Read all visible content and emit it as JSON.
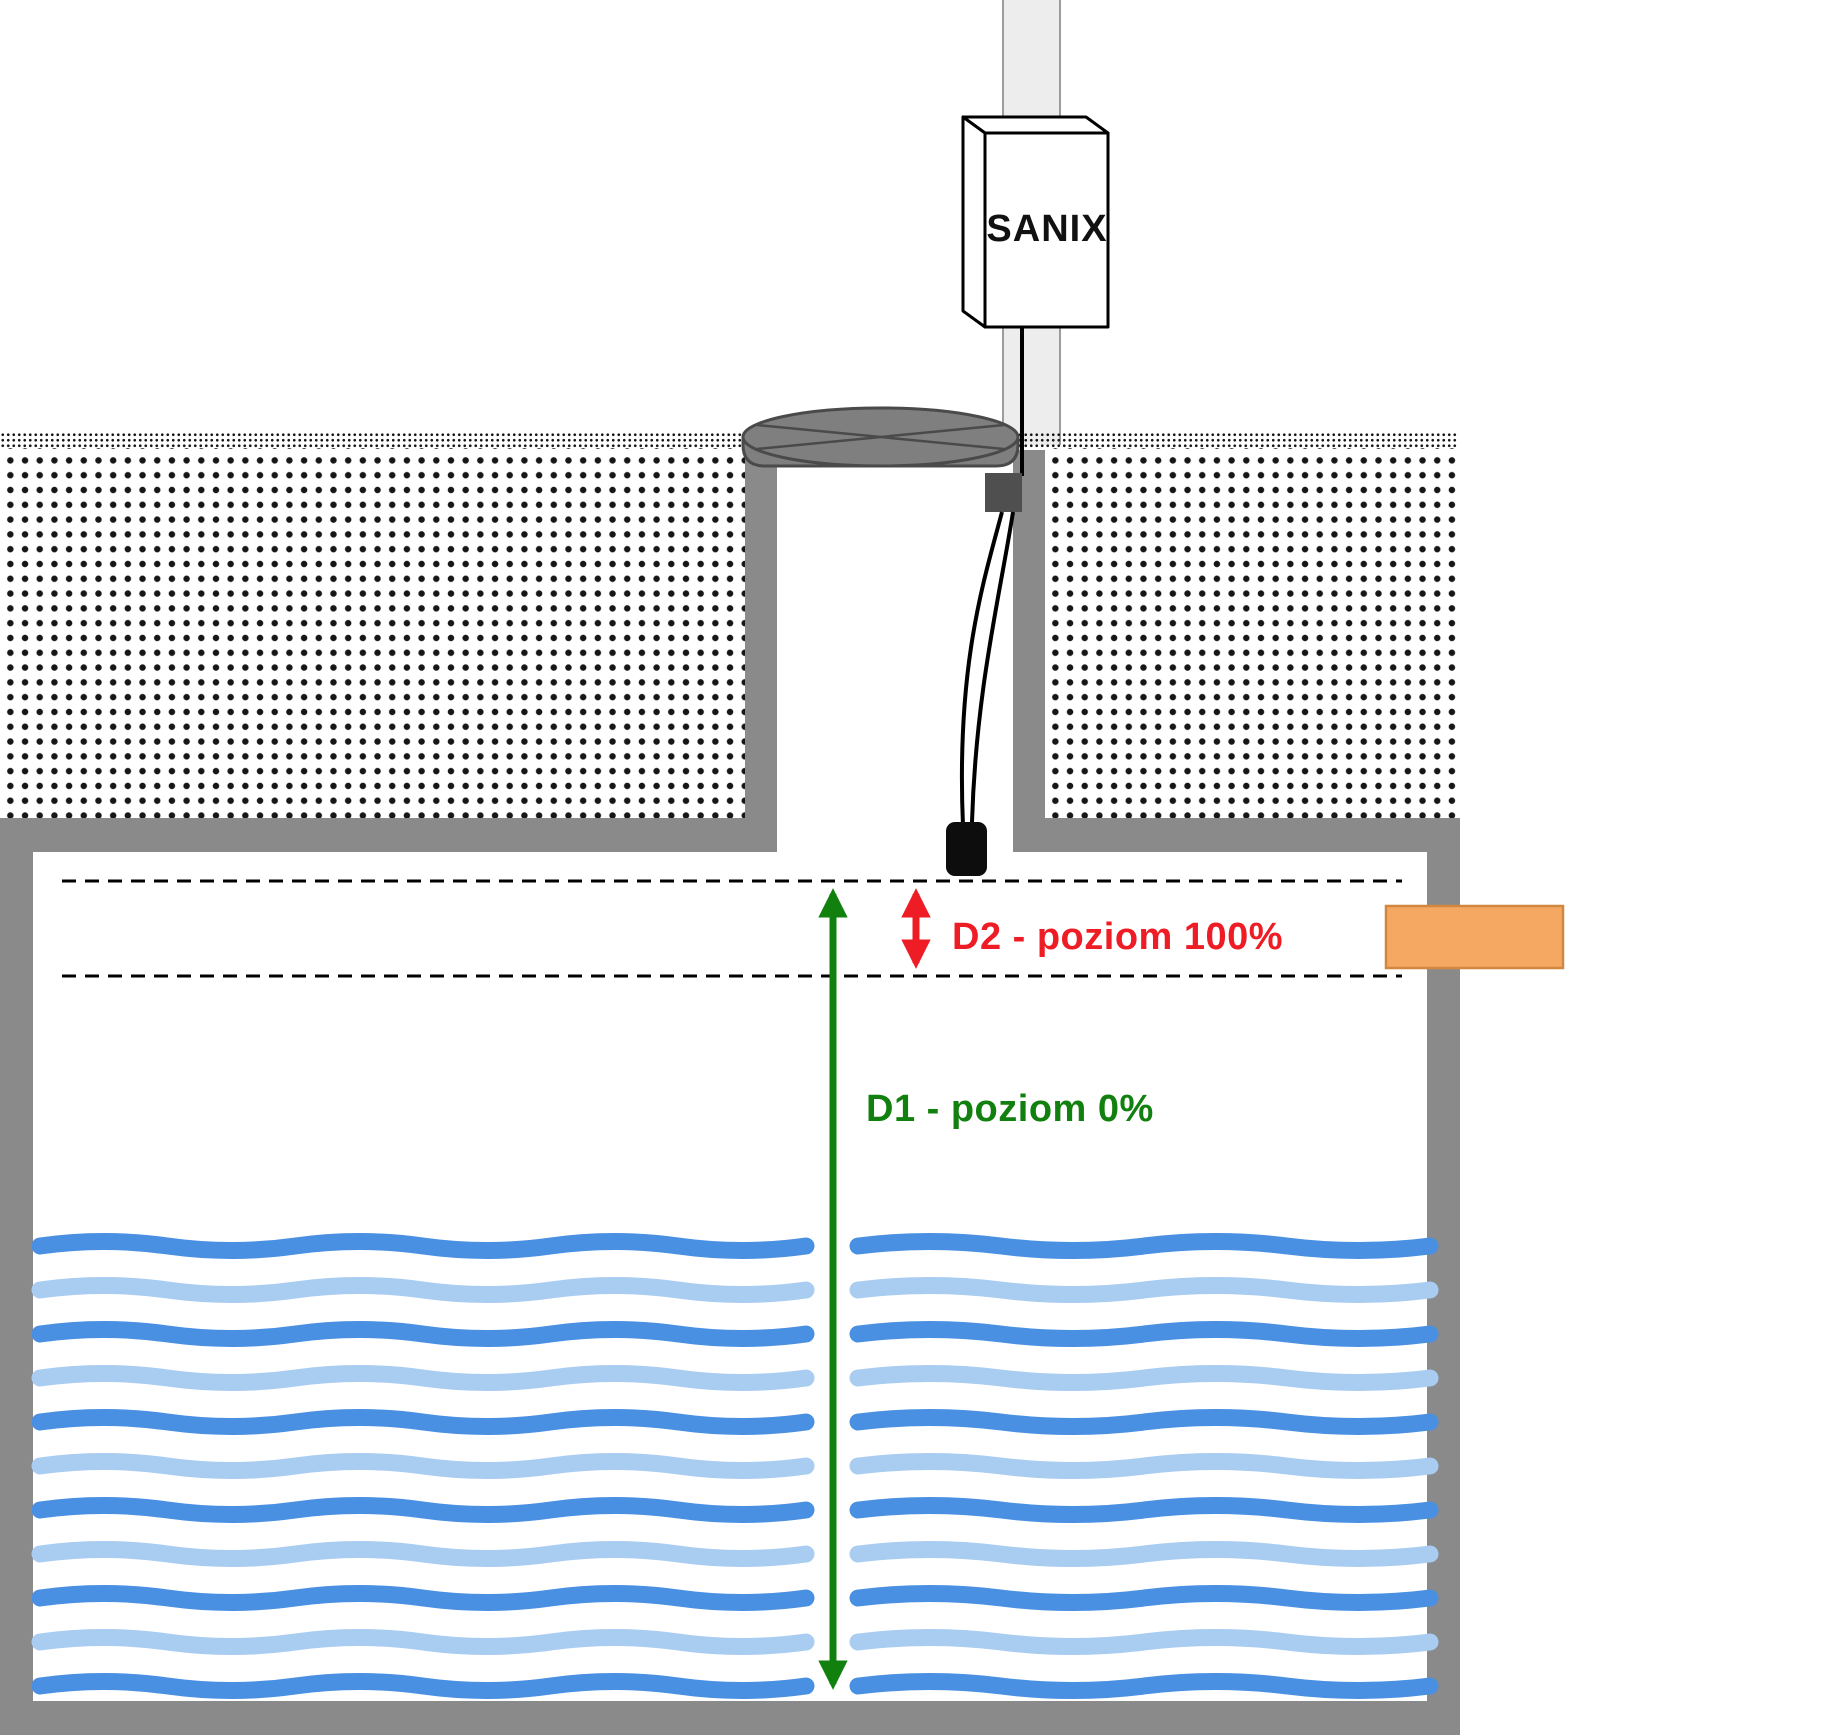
{
  "diagram": {
    "device": {
      "label": "SANIX"
    },
    "levels": {
      "d2_label": "D2 - poziom 100%",
      "d1_label": "D1 - poziom 0%"
    },
    "icons": [
      "sanix-device-box",
      "mounting-pole",
      "manhole-cap-icon",
      "cable-gland",
      "level-sensor-icon",
      "inlet-pipe-icon",
      "liquid-waves"
    ],
    "colors": {
      "tank_wall": "#8a8a8a",
      "ground_dot": "#161616",
      "cap_fill": "#7f7f7f",
      "cap_stroke": "#4a4a4a",
      "gland_fill": "#4f4f4f",
      "cable": "#000000",
      "sensor_fill": "#0d0d0d",
      "level_line": "#000000",
      "d2_red": "#ee1c24",
      "d1_green": "#12800f",
      "wave_dark": "#4a90e2",
      "wave_light": "#a9ccf1",
      "pipe_fill": "#f5a861",
      "pipe_stroke": "#d0873f",
      "pole_fill": "#ededed",
      "pole_stroke": "#9c9c9c",
      "box_fill": "#ffffff",
      "box_stroke": "#000000"
    }
  }
}
